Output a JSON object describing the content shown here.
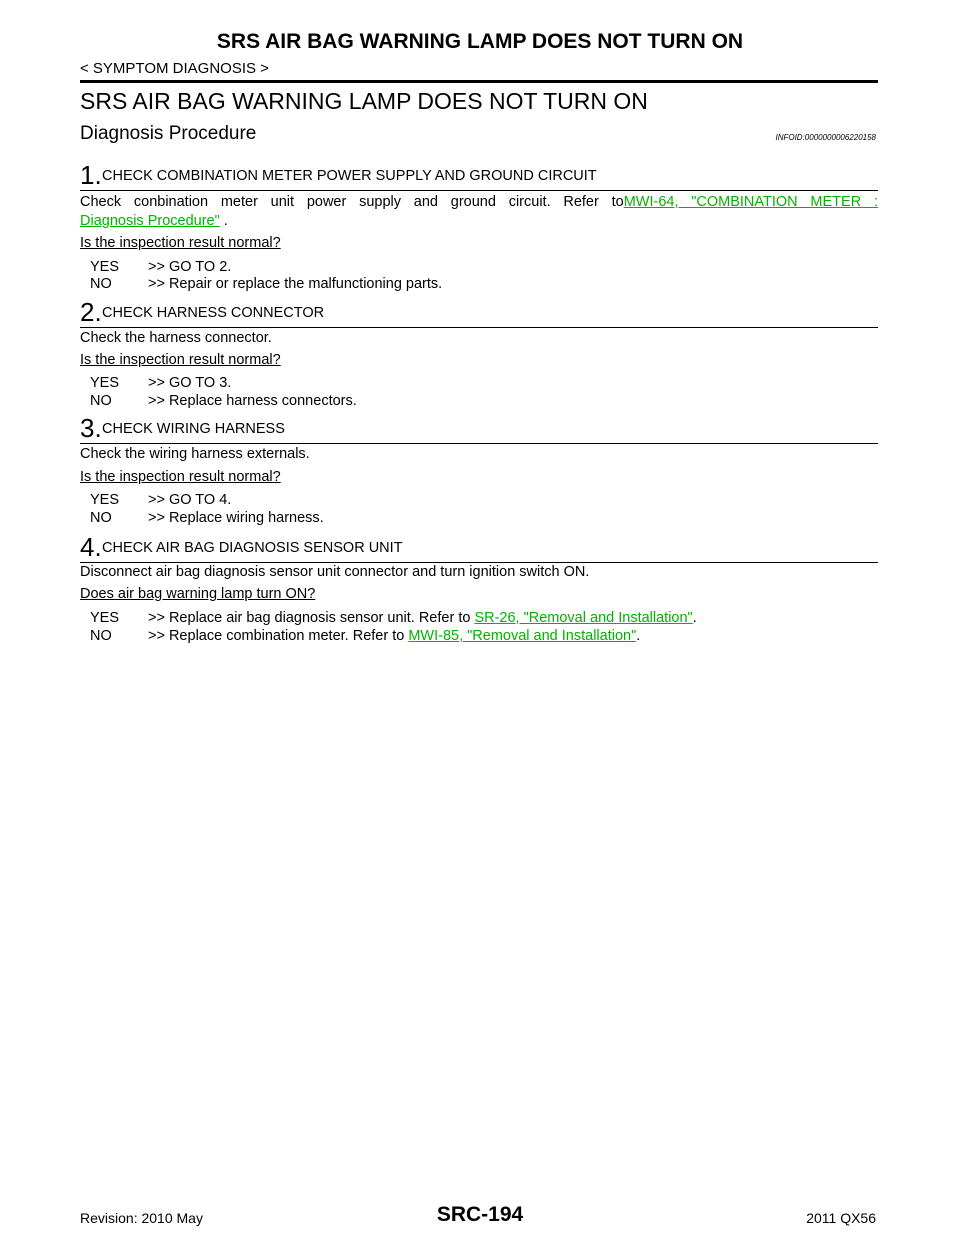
{
  "header": {
    "title": "SRS AIR BAG WARNING LAMP DOES NOT TURN ON",
    "subtitle": "< SYMPTOM DIAGNOSIS >"
  },
  "page_heading": "SRS AIR BAG WARNING LAMP DOES NOT TURN ON",
  "procedure": {
    "heading": "Diagnosis Procedure",
    "info_id": "INFOID:0000000006220158"
  },
  "steps": [
    {
      "number": "1",
      "title": "CHECK  COMBINATION METER POWER SUPPLY AND GROUND CIRCUIT",
      "body_prefix": "Check conbination meter unit power supply and ground circuit. Refer to",
      "link_line1": "MWI-64, \"COMBINATION METER :",
      "link_line2": "Diagnosis Procedure\"",
      "body_suffix": " .",
      "question": "Is  the inspection result normal?",
      "yes_key": "YES",
      "yes": ">> GO TO 2.",
      "no_key": "NO",
      "no": ">> Repair or replace the malfunctioning parts."
    },
    {
      "number": "2",
      "title": "CHECK HARNESS CONNECTOR",
      "body": "Check the harness connector.",
      "question": "Is the inspection result normal?",
      "yes_key": "YES",
      "yes": ">> GO TO 3.",
      "no_key": "NO",
      "no": ">> Replace harness connectors."
    },
    {
      "number": "3",
      "title": "CHECK WIRING HARNESS",
      "body": "Check the wiring harness externals.",
      "question": "Is the inspection result normal?",
      "yes_key": "YES",
      "yes": ">> GO TO 4.",
      "no_key": "NO",
      "no": ">> Replace wiring harness."
    },
    {
      "number": "4",
      "title": "CHECK AIR BAG DIAGNOSIS SENSOR UNIT",
      "body": "Disconnect air bag diagnosis sensor unit connector and turn ignition switch ON.",
      "question": "Does air bag warning lamp turn ON?",
      "yes_key": "YES",
      "yes_prefix": ">> Replace air bag diagnosis sensor unit. Refer to ",
      "yes_link": "SR-26, \"Removal and Installation\"",
      "yes_suffix": ".",
      "no_key": "NO",
      "no_prefix": ">> Replace combination meter. Refer to ",
      "no_link": "MWI-85, \"Removal and Installation\"",
      "no_suffix": "."
    }
  ],
  "footer": {
    "revision": "Revision: 2010 May",
    "page_code": "SRC-194",
    "model": "2011 QX56"
  },
  "colors": {
    "link": "#00b300",
    "text": "#000000"
  }
}
